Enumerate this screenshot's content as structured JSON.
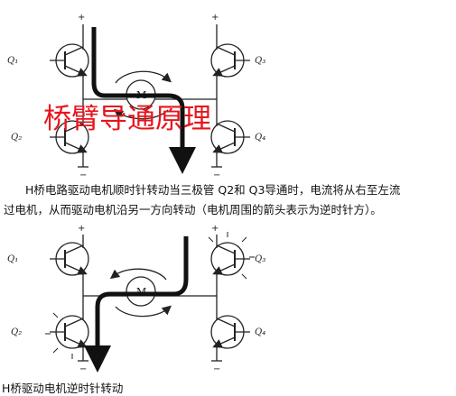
{
  "overlay_title": "桥臂导通原理",
  "motor_label": "M",
  "diagram1": {
    "q1": "Q₁",
    "q2": "Q₂",
    "q3": "Q₃",
    "q4": "Q₄",
    "plus": "+",
    "minus": "−"
  },
  "diagram2": {
    "q1": "Q₁",
    "q2": "Q₂",
    "q3": "Q₃",
    "q4": "Q₄",
    "plus": "+",
    "minus": "−"
  },
  "caption1": {
    "line1": "H桥电路驱动电机顺时针转动当三极管 Q2和 Q3导通时，电流将从右至左流",
    "line2": "过电机，从而驱动电机沿另一方向转动（电机周围的箭头表示为逆时针方）。"
  },
  "caption2": "H桥驱动电机逆时针转动",
  "colors": {
    "overlay": "#e8141c",
    "line": "#222222",
    "current_arrow": "#111111"
  }
}
